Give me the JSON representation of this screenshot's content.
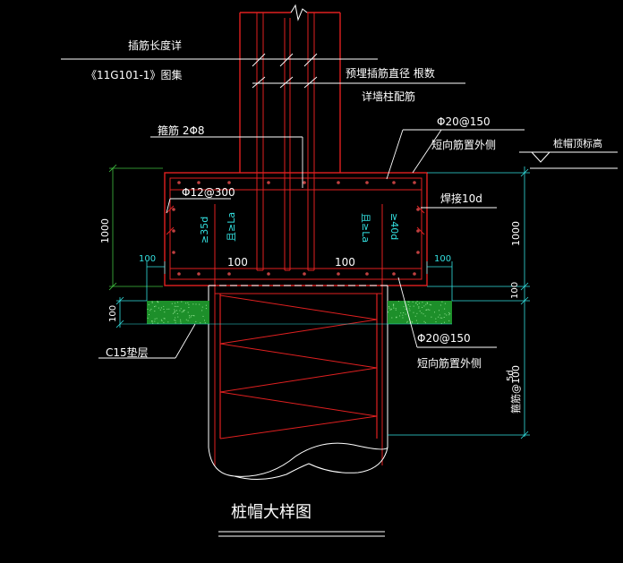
{
  "title": "桩帽大样图",
  "labels": {
    "anchor_length_1": "插筋长度详",
    "anchor_length_2": "《11G101-1》图集",
    "embedded_bars_1": "预埋插筋直径 根数",
    "embedded_bars_2": "详墙柱配筋",
    "stirrup": "箍筋 2Φ8",
    "top_rebar_spec": "Φ20@150",
    "top_rebar_note": "短向筋置外侧",
    "cap_top_level": "桩帽顶标高",
    "side_rebar": "Φ12@300",
    "weld": "焊接10d",
    "anchor_35d": "≥35d",
    "anchor_la_left": "且≥La",
    "anchor_la_right": "且≥La",
    "anchor_40d": "≥40d",
    "bottom_rebar_spec": "Φ20@150",
    "bottom_rebar_note": "短向筋置外侧",
    "cushion": "C15垫层",
    "spiral": "箍筋@100",
    "dim_5d": "5d"
  },
  "dims": {
    "cap_height_left": "1000",
    "cap_height_right": "1000",
    "inner_left": "100",
    "inner_right": "100",
    "edge_left": "100",
    "edge_right": "100",
    "cushion_thk": "100",
    "pile_embed": "100"
  },
  "colors": {
    "background": "#000000",
    "concrete": "#e02020",
    "leader": "#ffffff",
    "dimension": "#33e0e0",
    "dim_green": "#40c040",
    "cushion": "#22aa22",
    "rebar_dot": "#c04040"
  }
}
